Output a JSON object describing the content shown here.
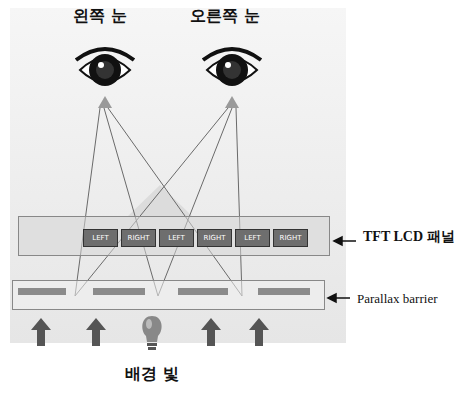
{
  "diagram": {
    "nodes": [
      {
        "text": [
          "TFT LCD 패널"
        ]
      },
      {
        "text": [
          "LEFT"
        ],
        "in": 0
      },
      {
        "text": [
          "RIGHT"
        ],
        "in": 0
      },
      {
        "text": [
          "LEFT"
        ],
        "in": 0
      },
      {
        "text": [
          "RIGHT"
        ],
        "in": 0
      },
      {
        "text": [
          "LEFT"
        ],
        "in": 0
      },
      {
        "text": [
          "RIGHT"
        ],
        "in": 0
      },
      {
        "text": [
          "Parallax barrier"
        ]
      }
    ],
    "labels": [
      "왼쪽 눈",
      "오른쪽 눈",
      "배경 빛"
    ]
  }
}
